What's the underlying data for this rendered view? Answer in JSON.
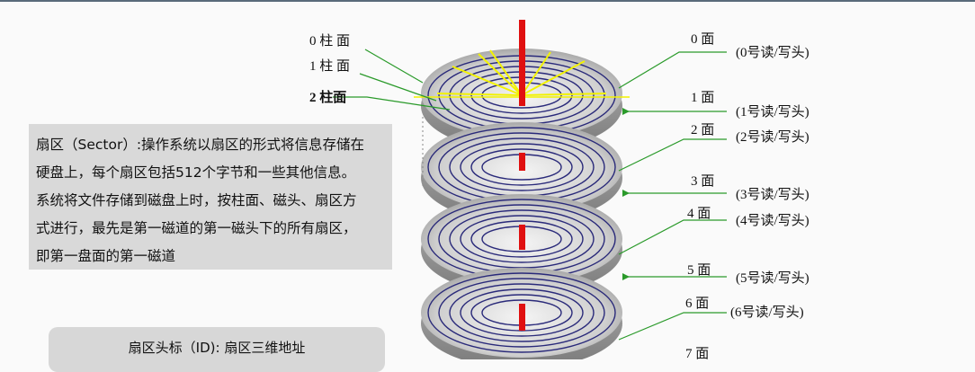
{
  "cylinders": {
    "c0": "0 柱 面",
    "c1": "1 柱 面",
    "c2": "2 柱面"
  },
  "surfaces": [
    {
      "face": "0 面",
      "head": "(0号读/写头)"
    },
    {
      "face": "1 面",
      "head": "(1号读/写头)"
    },
    {
      "face": "2 面",
      "head": "(2号读/写头)"
    },
    {
      "face": "3 面",
      "head": "(3号读/写头)"
    },
    {
      "face": "4 面",
      "head": "(4号读/写头)"
    },
    {
      "face": "5 面",
      "head": "(5号读/写头)"
    },
    {
      "face": "6 面",
      "head": "(6号读/写头)"
    },
    {
      "face": "7 面",
      "head": ""
    }
  ],
  "sector_text": [
    "扇区（Sector）:操作系统以扇区的形式将信息存储在",
    "硬盘上，每个扇区包括512个字节和一些其他信息。",
    "系统将文件存储到磁盘上时，按柱面、磁头、扇区方",
    "式进行，最先是第一磁道的第一磁头下的所有扇区，",
    "即第一盘面的第一磁道"
  ],
  "id_box": "扇区头标（ID): 扇区三维地址",
  "colors": {
    "spindle": "#e01010",
    "track": "#2a2a7a",
    "leader": "#2a9a2a",
    "sector_lines": "#f2f200",
    "box": "#d9d9d9"
  }
}
